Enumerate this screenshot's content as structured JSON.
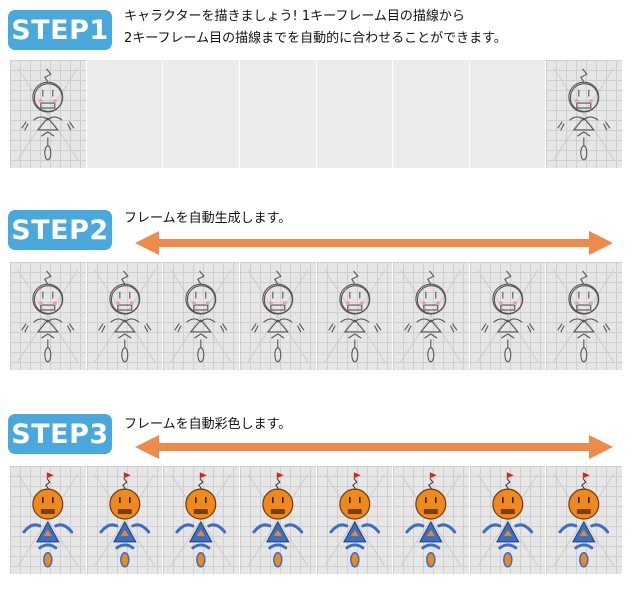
{
  "steps": [
    {
      "label": "STEP1",
      "lines": [
        "キャラクターを描きましょう! 1キーフレーム目の描線から",
        "2キーフレーム目の描線までを自動的に合わせることができます。"
      ],
      "frames": [
        "sketch",
        "empty",
        "empty",
        "empty",
        "empty",
        "empty",
        "empty",
        "sketch"
      ]
    },
    {
      "label": "STEP2",
      "lines": [
        "フレームを自動生成します。"
      ],
      "frames": [
        "sketch",
        "sketch",
        "sketch",
        "sketch",
        "sketch",
        "sketch",
        "sketch",
        "sketch"
      ]
    },
    {
      "label": "STEP3",
      "lines": [
        "フレームを自動彩色します。"
      ],
      "frames": [
        "color",
        "color",
        "color",
        "color",
        "color",
        "color",
        "color",
        "color"
      ]
    }
  ],
  "colors": {
    "badge": "#4aa9dc",
    "arrow": "#ee8b4a",
    "character_orange": "#f0891d",
    "character_blue": "#3b6fc4",
    "character_red": "#d8251c"
  }
}
